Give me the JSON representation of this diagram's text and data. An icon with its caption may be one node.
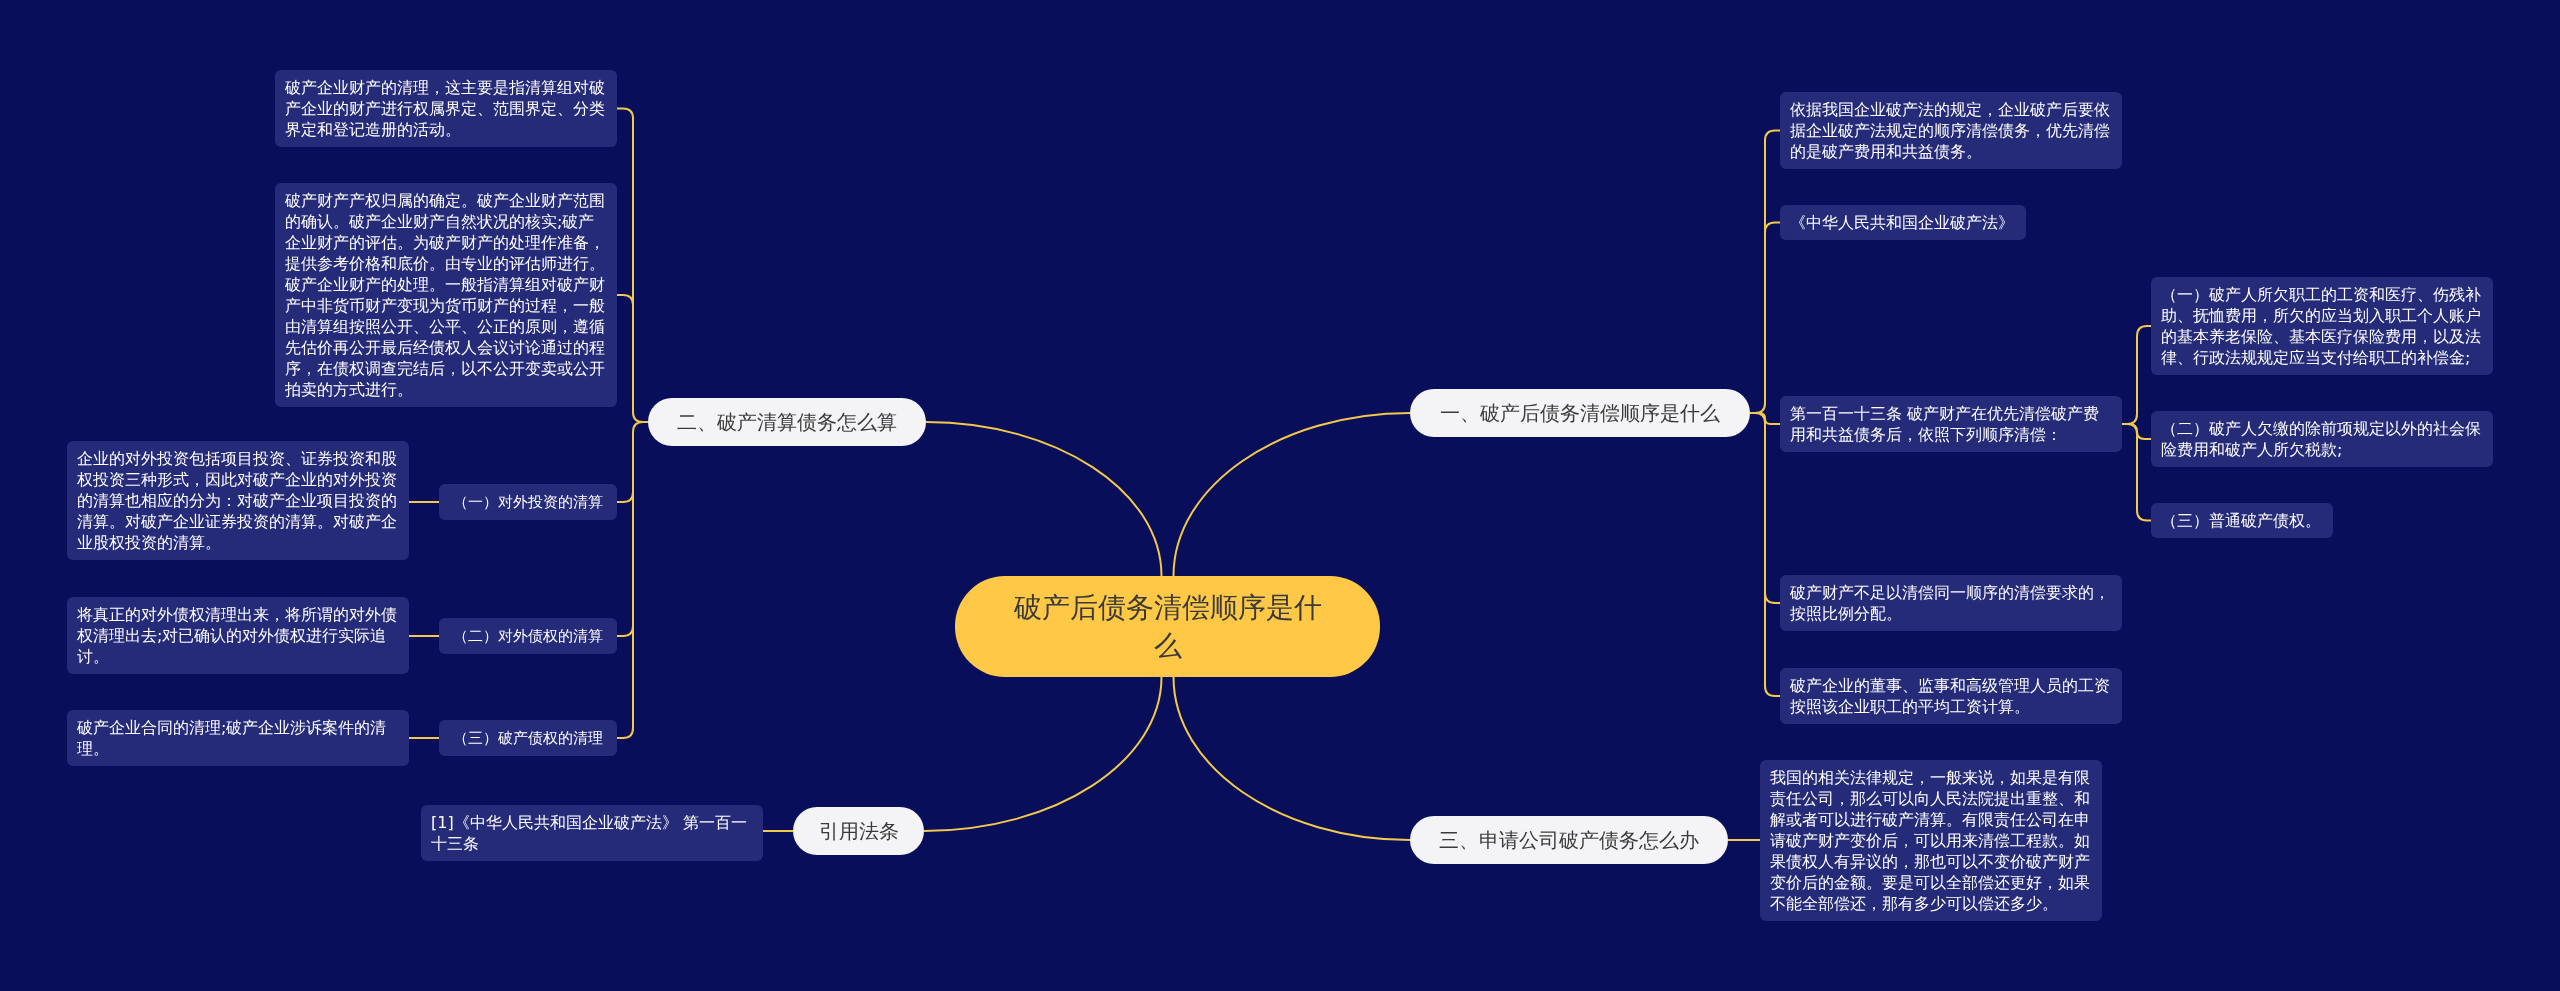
{
  "diagram": {
    "nodes": [
      {
        "text": [
          "破产后债务清偿顺序是什么"
        ]
      },
      {
        "text": [
          "一、破产后债务清偿顺序是什么"
        ]
      },
      {
        "text": [
          "依据我国企业破产法的规定，企业破产后要依据企业破产法规定的顺序清偿债务，优先清偿的是破产费用和共益债务。"
        ]
      },
      {
        "text": [
          "《中华人民共和国企业破产法》"
        ]
      },
      {
        "text": [
          "第一百一十三条 破产财产在优先清偿破产费用和共益债务后，依照下列顺序清偿："
        ]
      },
      {
        "text": [
          "（一）破产人所欠职工的工资和医疗、伤残补助、抚恤费用，所欠的应当划入职工个人账户的基本养老保险、基本医疗保险费用，以及法律、行政法规规定应当支付给职工的补偿金;"
        ]
      },
      {
        "text": [
          "（二）破产人欠缴的除前项规定以外的社会保险费用和破产人所欠税款;"
        ]
      },
      {
        "text": [
          "（三）普通破产债权。"
        ]
      },
      {
        "text": [
          "破产财产不足以清偿同一顺序的清偿要求的，按照比例分配。"
        ]
      },
      {
        "text": [
          "破产企业的董事、监事和高级管理人员的工资按照该企业职工的平均工资计算。"
        ]
      },
      {
        "text": [
          "二、破产清算债务怎么算"
        ]
      },
      {
        "text": [
          "破产企业财产的清理，这主要是指清算组对破产企业的财产进行权属界定、范围界定、分类界定和登记造册的活动。"
        ]
      },
      {
        "text": [
          "破产财产产权归属的确定。破产企业财产范围的确认。破产企业财产自然状况的核实;破产企业财产的评估。为破产财产的处理作准备，提供参考价格和底价。由专业的评估师进行。破产企业财产的处理。一般指清算组对破产财产中非货币财产变现为货币财产的过程，一般由清算组按照公开、公平、公正的原则，遵循先估价再公开最后经债权人会议讨论通过的程序，在债权调查完结后，以不公开变卖或公开拍卖的方式进行。"
        ]
      },
      {
        "text": [
          "（一）对外投资的清算"
        ]
      },
      {
        "text": [
          "企业的对外投资包括项目投资、证券投资和股权投资三种形式，因此对破产企业的对外投资的清算也相应的分为：对破产企业项目投资的清算。对破产企业证券投资的清算。对破产企业股权投资的清算。"
        ]
      },
      {
        "text": [
          "（二）对外债权的清算"
        ]
      },
      {
        "text": [
          "将真正的对外债权清理出来，将所谓的对外债权清理出去;对已确认的对外债权进行实际追讨。"
        ]
      },
      {
        "text": [
          "（三）破产债权的清理"
        ]
      },
      {
        "text": [
          "破产企业合同的清理;破产企业涉诉案件的清理。"
        ]
      },
      {
        "text": [
          "三、申请公司破产债务怎么办"
        ]
      },
      {
        "text": [
          "我国的相关法律规定，一般来说，如果是有限责任公司，那么可以向人民法院提出重整、和解或者可以进行破产清算。有限责任公司在申请破产财产变价后，可以用来清偿工程款。如果债权人有异议的，那也可以不变价破产财产变价后的金额。要是可以全部偿还更好，如果不能全部偿还，那有多少可以偿还多少。"
        ]
      },
      {
        "text": [
          "引用法条"
        ]
      },
      {
        "text": [
          "[1]《中华人民共和国企业破产法》 第一百一十三条"
        ]
      }
    ],
    "edges": [
      {
        "from": 0,
        "to": 1,
        "arrow": "none"
      },
      {
        "from": 1,
        "to": 2,
        "arrow": "none"
      },
      {
        "from": 1,
        "to": 3,
        "arrow": "none"
      },
      {
        "from": 1,
        "to": 4,
        "arrow": "none"
      },
      {
        "from": 4,
        "to": 5,
        "arrow": "none"
      },
      {
        "from": 4,
        "to": 6,
        "arrow": "none"
      },
      {
        "from": 4,
        "to": 7,
        "arrow": "none"
      },
      {
        "from": 1,
        "to": 8,
        "arrow": "none"
      },
      {
        "from": 1,
        "to": 9,
        "arrow": "none"
      },
      {
        "from": 0,
        "to": 10,
        "arrow": "none"
      },
      {
        "from": 10,
        "to": 11,
        "arrow": "none"
      },
      {
        "from": 10,
        "to": 12,
        "arrow": "none"
      },
      {
        "from": 10,
        "to": 13,
        "arrow": "none"
      },
      {
        "from": 13,
        "to": 14,
        "arrow": "none"
      },
      {
        "from": 10,
        "to": 15,
        "arrow": "none"
      },
      {
        "from": 15,
        "to": 16,
        "arrow": "none"
      },
      {
        "from": 10,
        "to": 17,
        "arrow": "none"
      },
      {
        "from": 17,
        "to": 18,
        "arrow": "none"
      },
      {
        "from": 0,
        "to": 19,
        "arrow": "none"
      },
      {
        "from": 19,
        "to": 20,
        "arrow": "none"
      },
      {
        "from": 0,
        "to": 21,
        "arrow": "none"
      },
      {
        "from": 21,
        "to": 22,
        "arrow": "none"
      }
    ]
  }
}
